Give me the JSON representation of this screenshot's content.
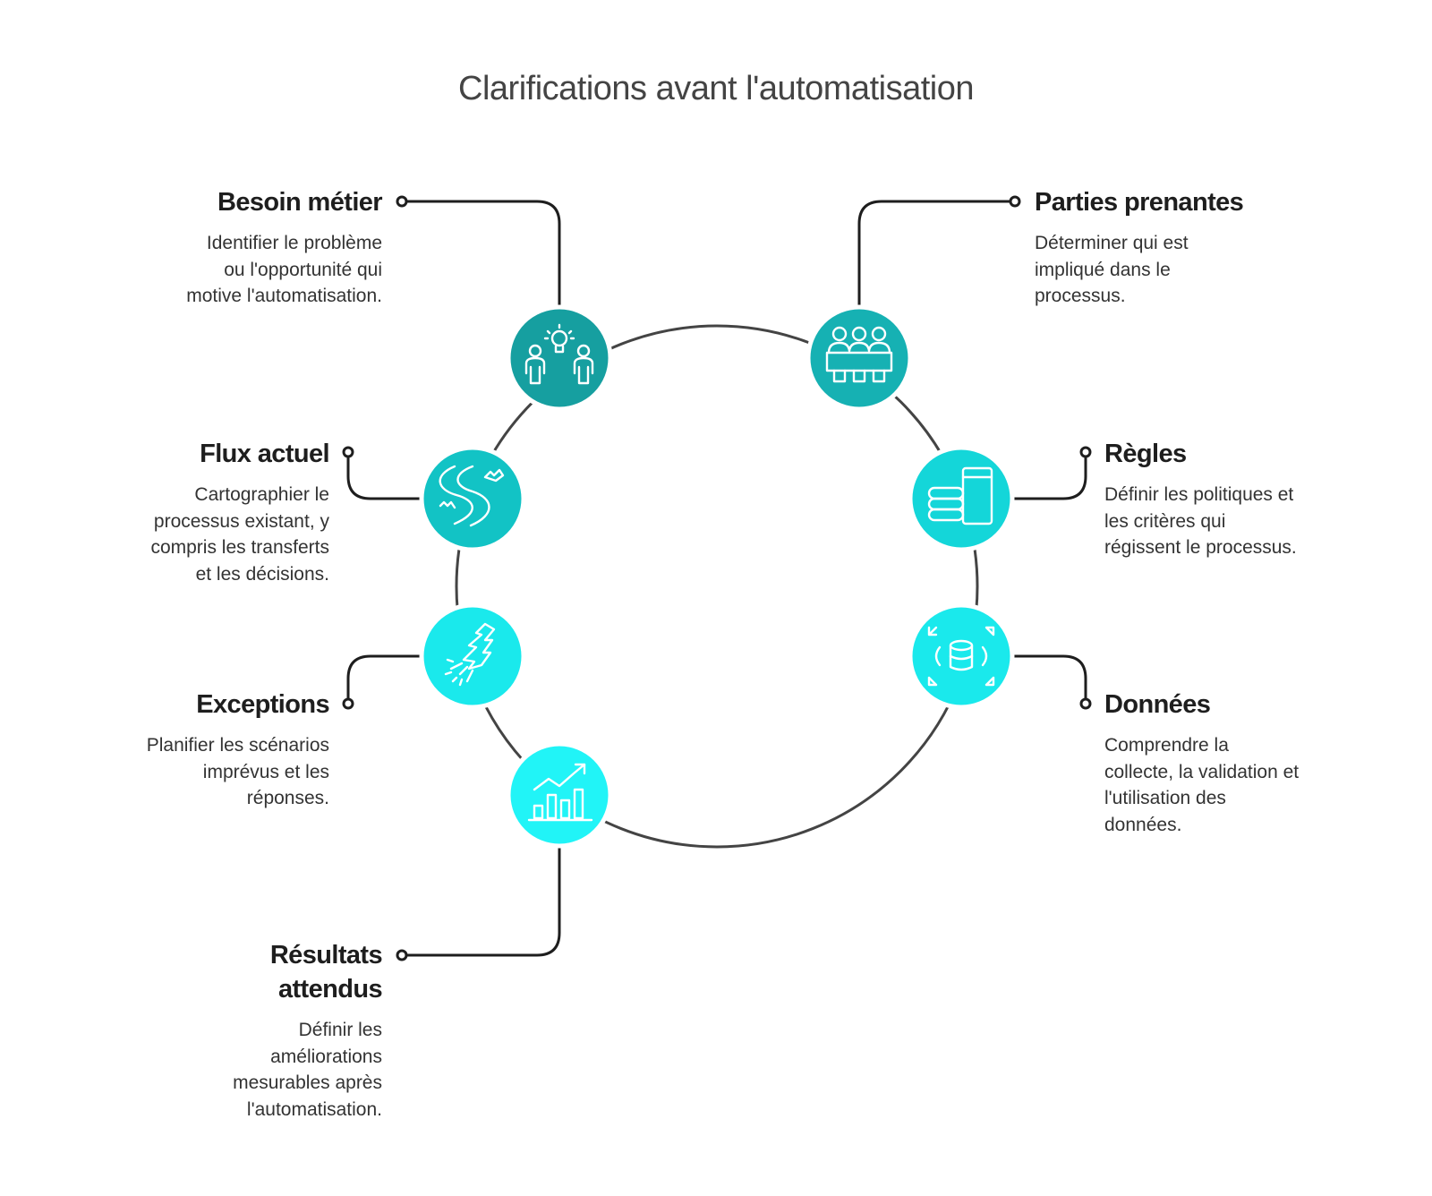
{
  "title": "Clarifications avant l'automatisation",
  "colors": {
    "ring": "#444444",
    "connector": "#1e1e1e",
    "icon_stroke": "#ffffff",
    "node_shades": [
      "#169fa0",
      "#16b1b3",
      "#12c3c5",
      "#14d6d9",
      "#1ae9ec",
      "#21f4f7"
    ]
  },
  "items": [
    {
      "id": "besoin",
      "title": "Besoin métier",
      "icon": "idea-people-icon",
      "description": [
        "Identifier le problème",
        "ou l'opportunité qui",
        "motive l'automatisation."
      ]
    },
    {
      "id": "parties",
      "title": "Parties prenantes",
      "icon": "team-table-icon",
      "description": [
        "Déterminer qui est",
        "impliqué dans le",
        "processus."
      ]
    },
    {
      "id": "flux",
      "title": "Flux actuel",
      "icon": "river-flow-icon",
      "description": [
        "Cartographier le",
        "processus existant, y",
        "compris les transferts",
        "et les décisions."
      ]
    },
    {
      "id": "regles",
      "title": "Règles",
      "icon": "stacked-rules-icon",
      "description": [
        "Définir les politiques et",
        "les critères qui",
        "régissent le processus."
      ]
    },
    {
      "id": "exceptions",
      "title": "Exceptions",
      "icon": "rocket-tree-icon",
      "description": [
        "Planifier les scénarios",
        "imprévus et les",
        "réponses."
      ]
    },
    {
      "id": "donnees",
      "title": "Données",
      "icon": "database-expand-icon",
      "description": [
        "Comprendre la",
        "collecte, la validation et",
        "l'utilisation des",
        "données."
      ]
    },
    {
      "id": "resultats",
      "title": "Résultats attendus",
      "title_lines": [
        "Résultats",
        "attendus"
      ],
      "icon": "growth-chart-icon",
      "description": [
        "Définir les",
        "améliorations",
        "mesurables après",
        "l'automatisation."
      ]
    }
  ]
}
